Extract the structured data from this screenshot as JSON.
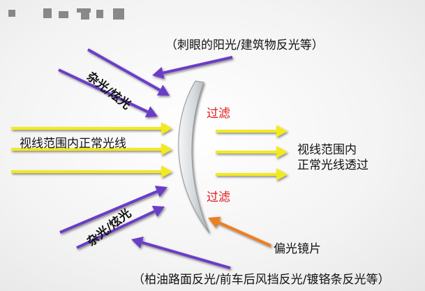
{
  "top_caption": "（刺眼的阳光/建筑物反光等）",
  "bottom_caption": "（柏油路面反光/前车后风挡反光/镀铬条反光等）",
  "stray_light_top": "杂光/炫光",
  "stray_light_bottom": "杂光/炫光",
  "filter_top": "过滤",
  "filter_bottom": "过滤",
  "incoming_label": "视线范围内正常光线",
  "outgoing_label_line1": "视线范围内",
  "outgoing_label_line2": "正常光线透过",
  "lens_label": "偏光镜片",
  "colors": {
    "purple_arrow": "#6a3ec8",
    "yellow_arrow": "#f2ea1e",
    "orange_arrow": "#f07d1a",
    "filter_text": "#e0191f",
    "lens": "#d9dde0"
  }
}
